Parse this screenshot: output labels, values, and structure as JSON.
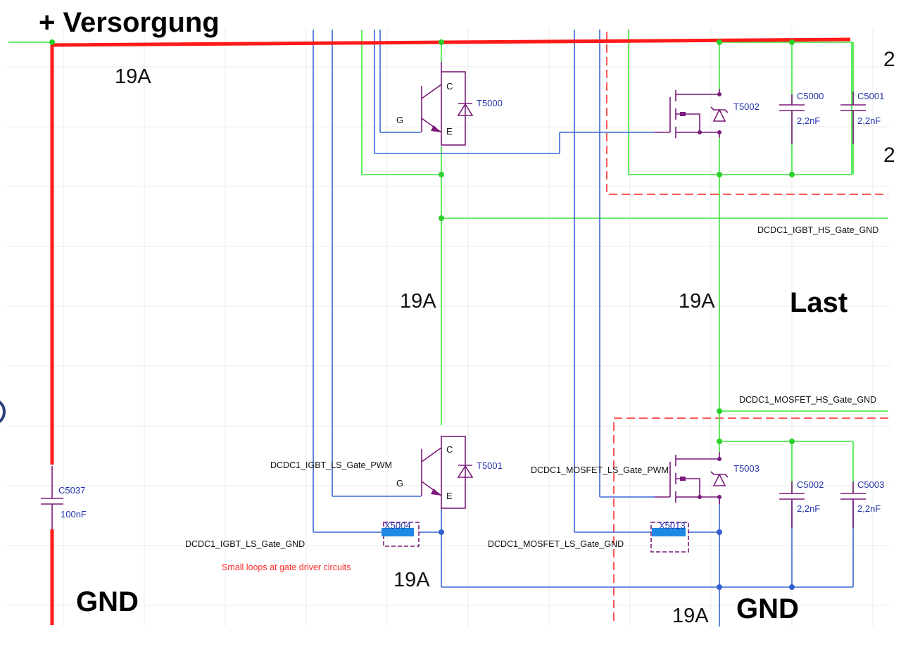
{
  "labels": {
    "supply": "+ Versorgung",
    "load": "Last",
    "gnd_left": "GND",
    "gnd_right": "GND"
  },
  "currents": {
    "top_left": "19A",
    "mid_left": "19A",
    "mid_right": "19A",
    "bottom_left": "19A",
    "bottom_right": "19A"
  },
  "components": {
    "t5000": "T5000",
    "t5001": "T5001",
    "t5002": "T5002",
    "t5003": "T5003",
    "c5000": {
      "ref": "C5000",
      "value": "2,2nF"
    },
    "c5001": {
      "ref": "C5001",
      "value": "2,2nF"
    },
    "c5002": {
      "ref": "C5002",
      "value": "2,2nF"
    },
    "c5003": {
      "ref": "C5003",
      "value": "2,2nF"
    },
    "c5037": {
      "ref": "C5037",
      "value": "100nF"
    },
    "x5004": "X5004",
    "x5013": "X5013"
  },
  "pins": {
    "c": "C",
    "g": "G",
    "e": "E"
  },
  "nets": {
    "igbt_hs_gate_gnd": "DCDC1_IGBT_HS_Gate_GND",
    "mosfet_hs_gate_gnd": "DCDC1_MOSFET_HS_Gate_GND",
    "igbt_ls_gate_pwm": "DCDC1_IGBT_LS_Gate_PWM",
    "mosfet_ls_gate_pwm": "DCDC1_MOSFET_LS_Gate_PWM",
    "igbt_ls_gate_gnd": "DCDC1_IGBT_LS_Gate_GND",
    "mosfet_ls_gate_gnd": "DCDC1_MOSFET_LS_Gate_GND"
  },
  "note": "Small loops at gate driver circuits",
  "cut_off": {
    "digit_top": "2",
    "digit_bottom": "2"
  },
  "colors": {
    "supply_path": "#ff1a1a",
    "power_wire": "#39e639",
    "gate_wire": "#3a66d6",
    "component": "#7a1a7a",
    "boundary": "#ff2222"
  }
}
